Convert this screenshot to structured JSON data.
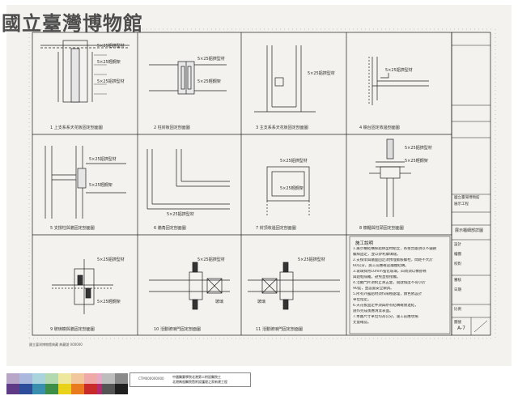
{
  "watermark": "國立臺灣博物館",
  "captions": [
    "1 上支系系天花板固定剖面圖",
    "2 柱封板固定剖面圖",
    "3 主支系系天花板固定剖面圖",
    "4 櫥台固定收邊剖面圖",
    "5 支撐柱與牆固定剖面圖",
    "6 牆角固定剖面圖",
    "7 封頂收邊固定剖面圖",
    "8 櫥櫃與柱頭固定剖面圖",
    "9 玻璃櫥與牆固定剖面圖",
    "10 活動玻璃門固定剖面圖",
    "11 活動玻璃門固定剖面圖"
  ],
  "callout": "5×25鋁擠型材",
  "callout_alt": "5×25輕鋼架",
  "inline_label": "玻璃",
  "notes_title": "施工說明",
  "notes": [
    "1.展示櫃結構採鋁擠型材組立，各接合處須以不鏽鋼",
    "  螺絲固定，並以矽利康填縫。",
    "2.支撐架與牆面固定須預埋膨脹螺栓，間距不大於",
    "  60公分，施工前應確認牆體結構。",
    "3.玻璃採用10mm強化玻璃，四周須以橡膠條",
    "  與鋁框隔離，避免直接接觸。",
    "4.活動門片須附止滑五金，開啟角度不得小於",
    "  90度，並設置安全鎖具。",
    "5.所有外露鋁材須作陽極處理，顏色依設計",
    "  單位指定。",
    "6.天花板固定件須與原有結構確實連結，",
    "  施作完成後應清潔表面。",
    "7.本圖尺寸單位均為公分，施工前應現場",
    "  丈量確認。"
  ],
  "title_block": {
    "sheet_title": "展示櫃細部詳圖",
    "sheet_no": "A-7",
    "rows": [
      "國立臺灣博物館",
      "展示工程",
      "設計",
      "繪圖",
      "校對",
      "審核",
      "日期",
      "比例",
      "圖號"
    ]
  },
  "footer_text": "國立臺灣博物館典藏 典藏號 000000",
  "strip": {
    "barcode": "CTM000000000",
    "lines": [
      "中國醫藥學院北港第二附設醫院工",
      "北港媽祖醫院暨附設護理之家新建工程"
    ]
  },
  "swatches_top": [
    "#b7a6c8",
    "#a9b8dc",
    "#a9d3dd",
    "#b3d9b0",
    "#eee89e",
    "#f2c79b",
    "#f0a9a9",
    "#e6a9c6"
  ],
  "swatches_bottom": [
    "#5f3a86",
    "#2d4d9b",
    "#3a8fae",
    "#3d8f48",
    "#e8d21a",
    "#e97a1d",
    "#c92a2a",
    "#b52a6f"
  ],
  "gray_top": [
    "#bdbdbd",
    "#8a8a8a"
  ],
  "gray_bottom": [
    "#555555",
    "#1f1f1f"
  ]
}
